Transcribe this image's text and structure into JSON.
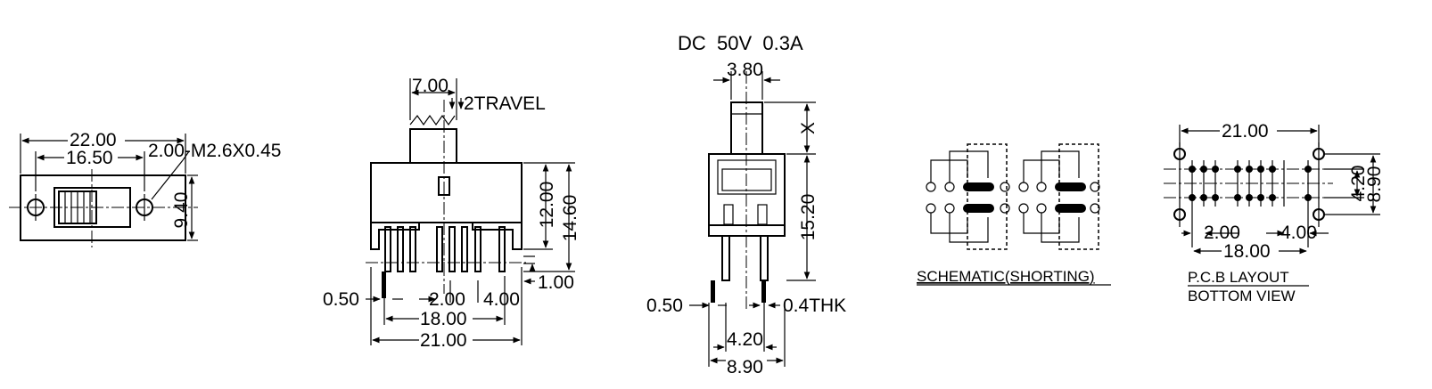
{
  "header": {
    "rating": "DC  50V  0.3A"
  },
  "top_view": {
    "dim_overall_width": "22.00",
    "dim_hole_spacing": "16.50",
    "mount_holes_label": "2.00-M2.6X0.45",
    "dim_height": "9.40"
  },
  "front_view": {
    "dim_actuator_width": "7.00",
    "travel_label": "2TRAVEL",
    "dim_body_height": "12.00",
    "dim_total_height": "14.60",
    "dim_tab": "1.00",
    "dim_pin_width": "0.50",
    "dim_pitch_a": "2.00",
    "dim_pitch_b": "4.00",
    "dim_pin_span": "18.00",
    "dim_overall_width": "21.00"
  },
  "side_view": {
    "dim_actuator": "3.80",
    "dim_x": "X",
    "dim_height": "15.20",
    "dim_pin_width": "0.50",
    "thickness_label": "0.4THK",
    "dim_pin_span": "4.20",
    "dim_overall_width": "8.90"
  },
  "schematic": {
    "caption": "SCHEMATIC(SHORTING)"
  },
  "pcb_layout": {
    "dim_width": "21.00",
    "dim_row_pitch": "4.20",
    "dim_height": "8.90",
    "dim_pitch_a": "2.00",
    "dim_pitch_b": "4.00",
    "dim_span": "18.00",
    "caption_1": "P.C.B LAYOUT",
    "caption_2": "BOTTOM VIEW"
  }
}
